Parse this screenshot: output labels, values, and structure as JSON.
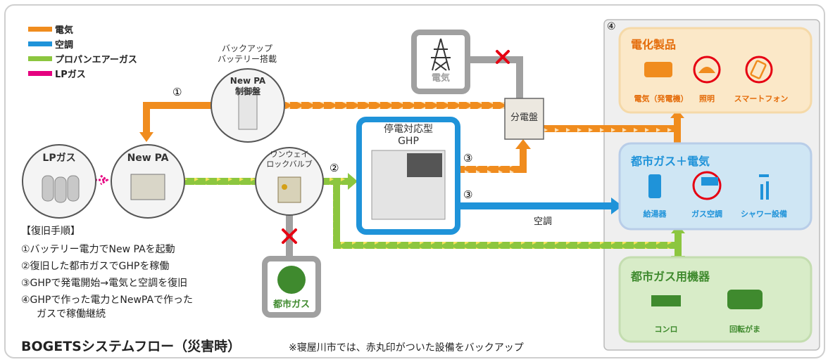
{
  "legend": [
    {
      "label": "電気",
      "color": "#f08c1e"
    },
    {
      "label": "空調",
      "color": "#1f93d9"
    },
    {
      "label": "プロパンエアーガス",
      "color": "#8cc63f"
    },
    {
      "label": "LPガス",
      "color": "#e5007f"
    }
  ],
  "nodes": {
    "lp_gas": "LPガス",
    "new_pa": "New PA",
    "control_panel": "New PA\n制御盤",
    "battery_note": "バックアップ\nバッテリー搭載",
    "valve": "ワンウェイ\nロックバルブ",
    "city_gas_tank": "都市ガス",
    "power_tower": "電気",
    "distribution_board": "分電盤",
    "ghp": "停電対応型\nGHP"
  },
  "markers": {
    "m1": "①",
    "m2": "②",
    "m3a": "③",
    "m3b": "③",
    "m4": "④"
  },
  "ac_label": "空調",
  "panels": {
    "electric": {
      "title": "電化製品",
      "items": [
        {
          "label": "電気（発電機）",
          "icon": "power-strip-icon"
        },
        {
          "label": "照明",
          "icon": "ceiling-light-icon"
        },
        {
          "label": "スマートフォン",
          "icon": "smartphone-icon"
        }
      ]
    },
    "gas_electric": {
      "title": "都市ガス＋電気",
      "items": [
        {
          "label": "給湯器",
          "icon": "water-heater-icon"
        },
        {
          "label": "ガス空調",
          "icon": "air-conditioner-icon"
        },
        {
          "label": "シャワー設備",
          "icon": "shower-icon"
        }
      ]
    },
    "city_gas": {
      "title": "都市ガス用機器",
      "items": [
        {
          "label": "コンロ",
          "icon": "gas-stove-icon"
        },
        {
          "label": "回転がま",
          "icon": "rotary-kettle-icon"
        }
      ]
    }
  },
  "procedure": {
    "title": "【復旧手順】",
    "steps": [
      "①バッテリー電力でNew PAを起動",
      "②復旧した都市ガスでGHPを稼働",
      "③GHPで発電開始→電気と空調を復旧",
      "④GHPで作った電力とNewPAで作った　ガスで稼働継続"
    ],
    "step4_line1": "④GHPで作った電力とNewPAで作った",
    "step4_line2": "ガスで稼働継続"
  },
  "footer": {
    "title": "BOGETSシステムフロー（災害時）",
    "note": "※寝屋川市では、赤丸印がついた設備をバックアップ"
  },
  "colors": {
    "electric": "#f08c1e",
    "ac": "#1f93d9",
    "gas": "#8cc63f",
    "lp": "#e5007f",
    "cross": "#e60012",
    "panel_electric_bg": "#fbe8c8",
    "panel_gas_electric_bg": "#cfe6f4",
    "panel_city_gas_bg": "#d8ecc8"
  }
}
